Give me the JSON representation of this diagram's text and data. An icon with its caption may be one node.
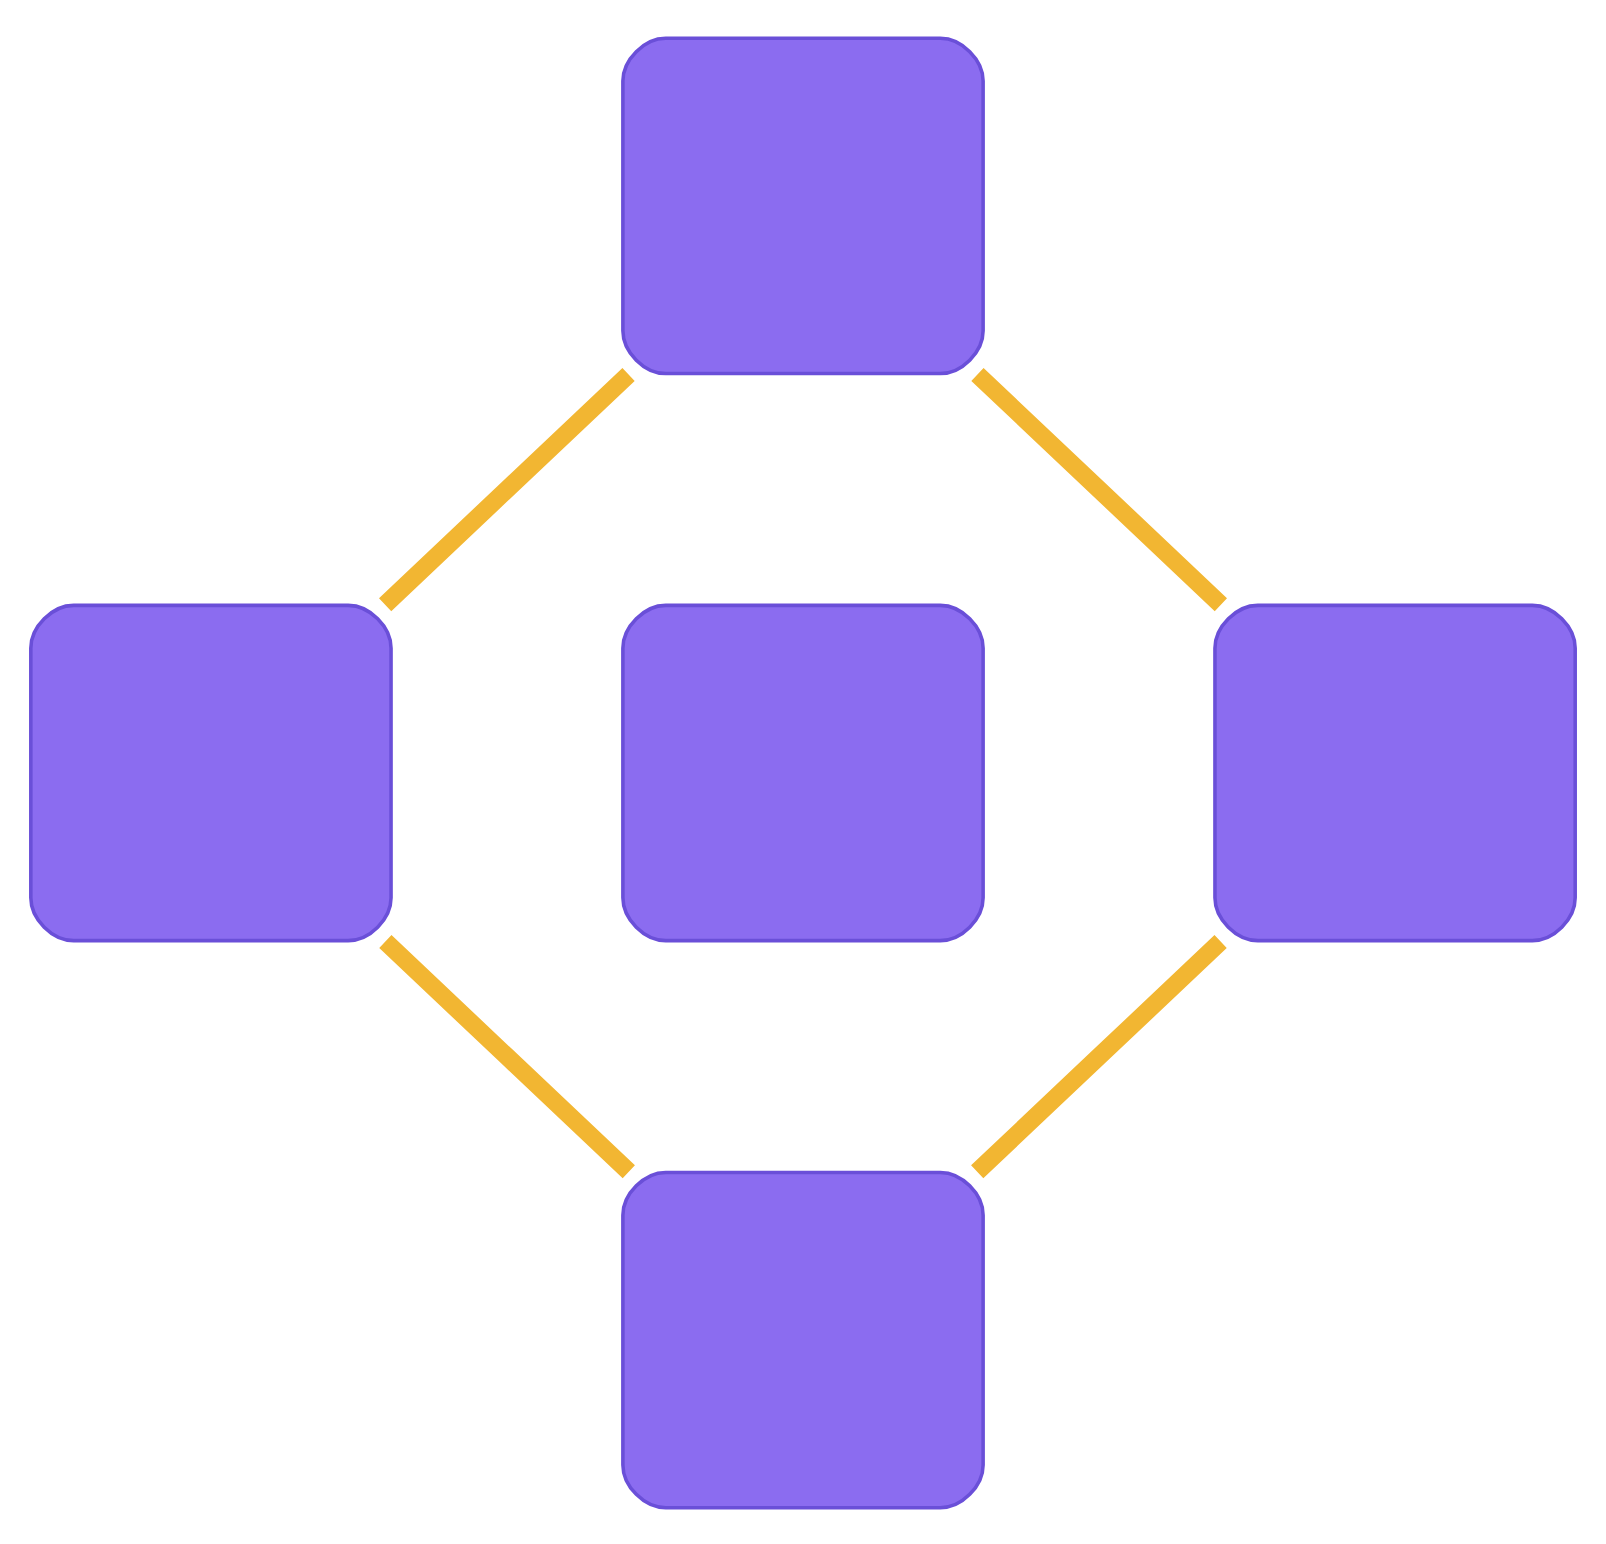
{
  "diagram": {
    "nodes": [
      {
        "text": [],
        "shape": "box"
      },
      {
        "text": [],
        "shape": "box"
      },
      {
        "text": [],
        "shape": "box"
      },
      {
        "text": [],
        "shape": "box"
      },
      {
        "text": [],
        "shape": "box"
      }
    ],
    "edges": [
      {
        "from": 0,
        "to": 1,
        "arrow": "none"
      },
      {
        "from": 0,
        "to": 3,
        "arrow": "none"
      },
      {
        "from": 1,
        "to": 4,
        "arrow": "none"
      },
      {
        "from": 3,
        "to": 4,
        "arrow": "none"
      }
    ]
  }
}
